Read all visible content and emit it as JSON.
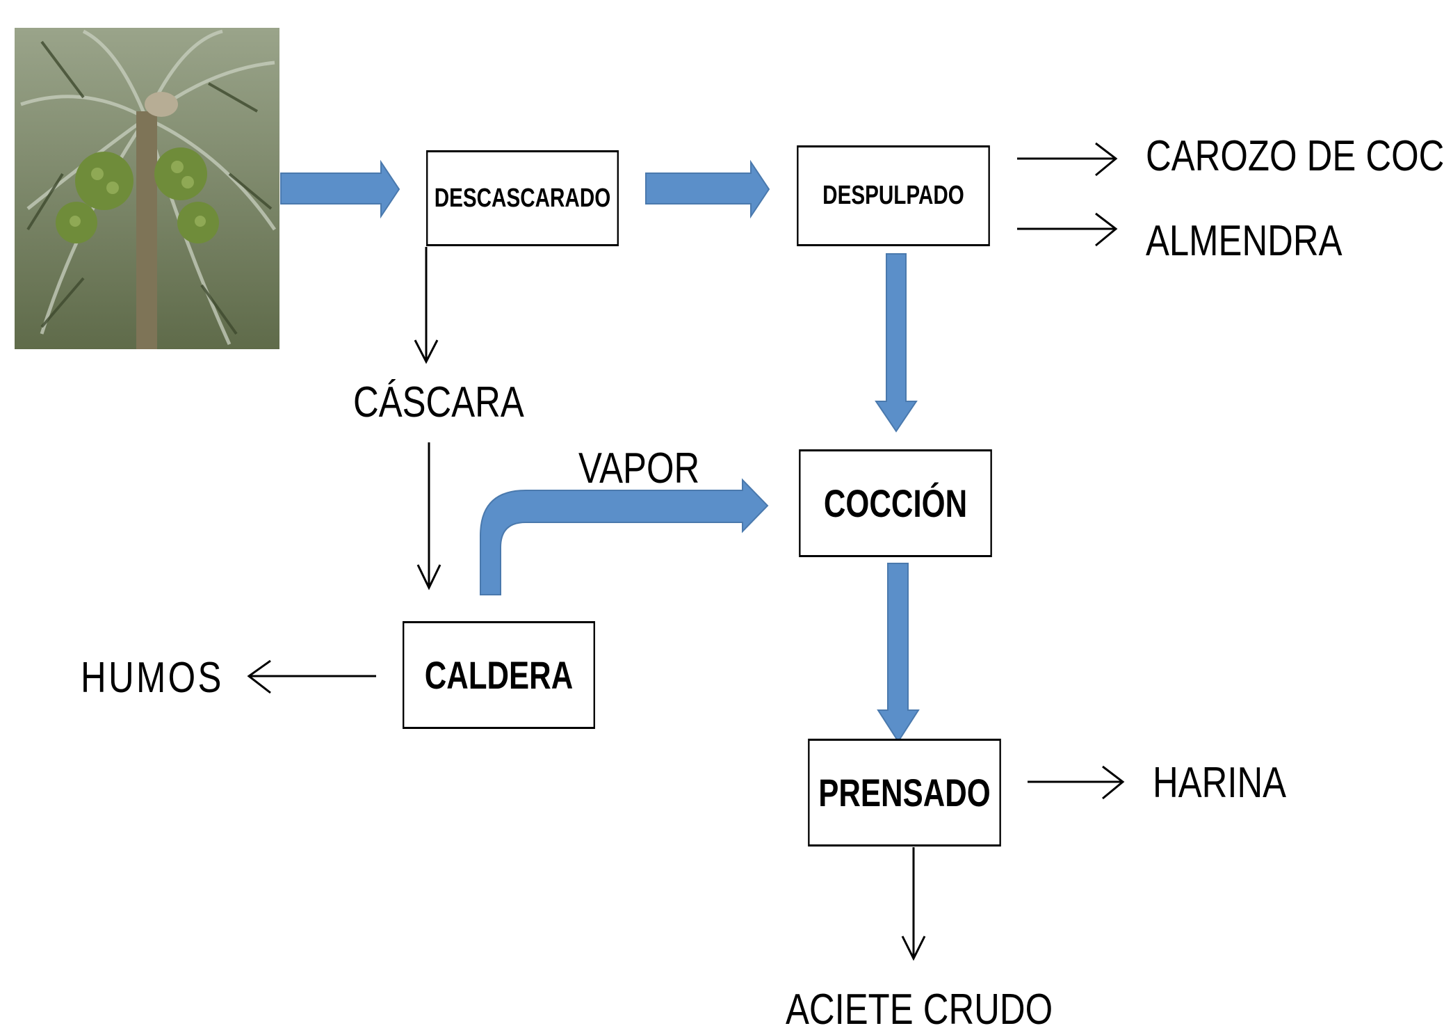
{
  "diagram": {
    "nodes": {
      "descascarado": "DESCASCARADO",
      "despulpado": "DESPULPADO",
      "coccion": "COCCIÓN",
      "caldera": "CALDERA",
      "prensado": "PRENSADO"
    },
    "outputs": {
      "carozo": "CAROZO DE COCO",
      "almendra": "ALMENDRA",
      "cascara": "CÁSCARA",
      "vapor": "VAPOR",
      "humos": "HUMOS",
      "harina": "HARINA",
      "aceite": "ACIETE CRUDO"
    },
    "colors": {
      "flow_arrow": "#5b8fc9",
      "flow_arrow_edge": "#4a79ad",
      "line": "#000000"
    },
    "photo_icon": "palm-tree-photo"
  }
}
